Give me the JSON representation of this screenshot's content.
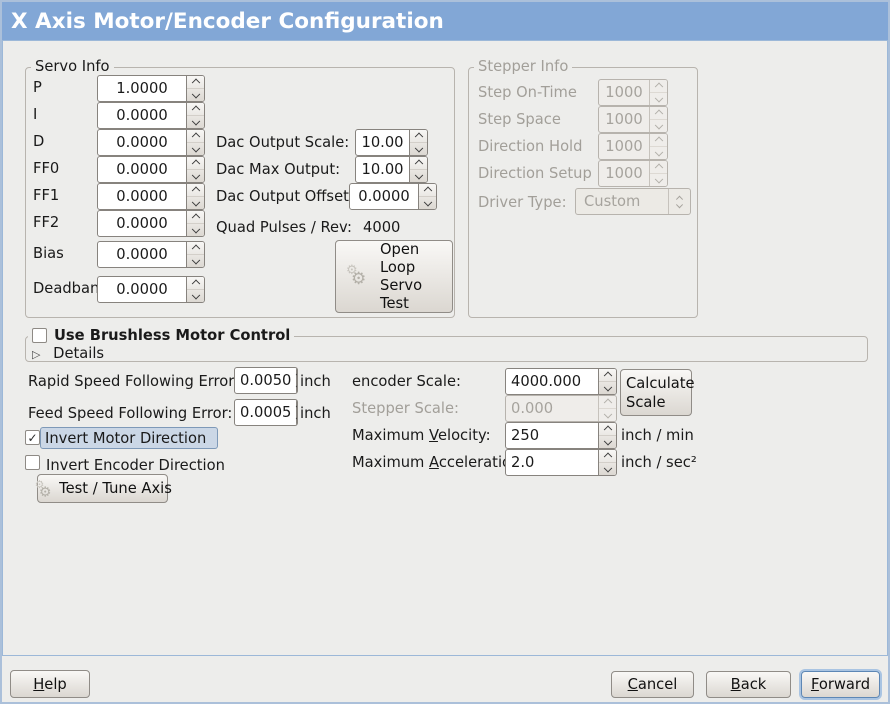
{
  "colors": {
    "titlebar_bg": "#82a7d6",
    "window_bg": "#ededeb",
    "focus_highlight_bg": "#cbd7e6",
    "focus_highlight_border": "#7e99b8",
    "focus_accent": "#5d87b5"
  },
  "icons": {
    "gear": "⚙",
    "expander": "▷",
    "check": "✓"
  },
  "title": "X Axis Motor/Encoder Configuration",
  "servo": {
    "legend": "Servo Info",
    "rows": [
      {
        "label": "P",
        "value": "1.0000"
      },
      {
        "label": "I",
        "value": "0.0000"
      },
      {
        "label": "D",
        "value": "0.0000"
      },
      {
        "label": "FF0",
        "value": "0.0000"
      },
      {
        "label": "FF1",
        "value": "0.0000"
      },
      {
        "label": "FF2",
        "value": "0.0000"
      },
      {
        "label": "Bias",
        "value": "0.0000"
      },
      {
        "label": "Deadband",
        "value": "0.0000"
      }
    ],
    "dac_rows": [
      {
        "label": "Dac Output Scale:",
        "value": "10.00"
      },
      {
        "label": "Dac Max Output:",
        "value": "10.00"
      },
      {
        "label": "Dac Output Offset:",
        "value": "0.0000"
      }
    ],
    "quad_label": "Quad Pulses / Rev:",
    "quad_value": "4000",
    "open_loop_button": "Open\nLoop\nServo\nTest"
  },
  "stepper": {
    "legend": "Stepper Info",
    "rows": [
      {
        "label": "Step On-Time",
        "value": "1000"
      },
      {
        "label": "Step Space",
        "value": "1000"
      },
      {
        "label": "Direction Hold",
        "value": "1000"
      },
      {
        "label": "Direction Setup",
        "value": "1000"
      }
    ],
    "driver_label": "Driver Type:",
    "driver_value": "Custom"
  },
  "brushless": {
    "checkbox_label": "Use Brushless Motor Control",
    "checked": false,
    "details_label": "Details"
  },
  "following_errors": [
    {
      "label": "Rapid Speed Following Error:",
      "value": "0.0050",
      "unit": "inch"
    },
    {
      "label": "Feed Speed Following Error:",
      "value": "0.0005",
      "unit": "inch"
    }
  ],
  "direction": {
    "invert_motor": {
      "label": "Invert Motor Direction",
      "checked": true
    },
    "invert_encoder": {
      "label": "Invert Encoder Direction",
      "checked": false
    }
  },
  "test_tune_button": "Test / Tune Axis",
  "scaling": {
    "encoder_label": "encoder Scale:",
    "encoder_value": "4000.000",
    "calculate_button": "Calculate Scale",
    "stepper_label": "Stepper Scale:",
    "stepper_value": "0.000",
    "velocity_label": {
      "pre": "Maximum ",
      "mn": "V",
      "post": "elocity:"
    },
    "velocity_value": "250",
    "velocity_unit": "inch / min",
    "accel_label": {
      "pre": "Maximum ",
      "mn": "A",
      "post": "cceleration:"
    },
    "accel_value": "2.0",
    "accel_unit": "inch / sec²"
  },
  "footer": {
    "help": {
      "pre": "",
      "mn": "H",
      "post": "elp"
    },
    "cancel": {
      "pre": "",
      "mn": "C",
      "post": "ancel"
    },
    "back": {
      "pre": "",
      "mn": "B",
      "post": "ack"
    },
    "forward": {
      "pre": "",
      "mn": "F",
      "post": "orward"
    }
  }
}
